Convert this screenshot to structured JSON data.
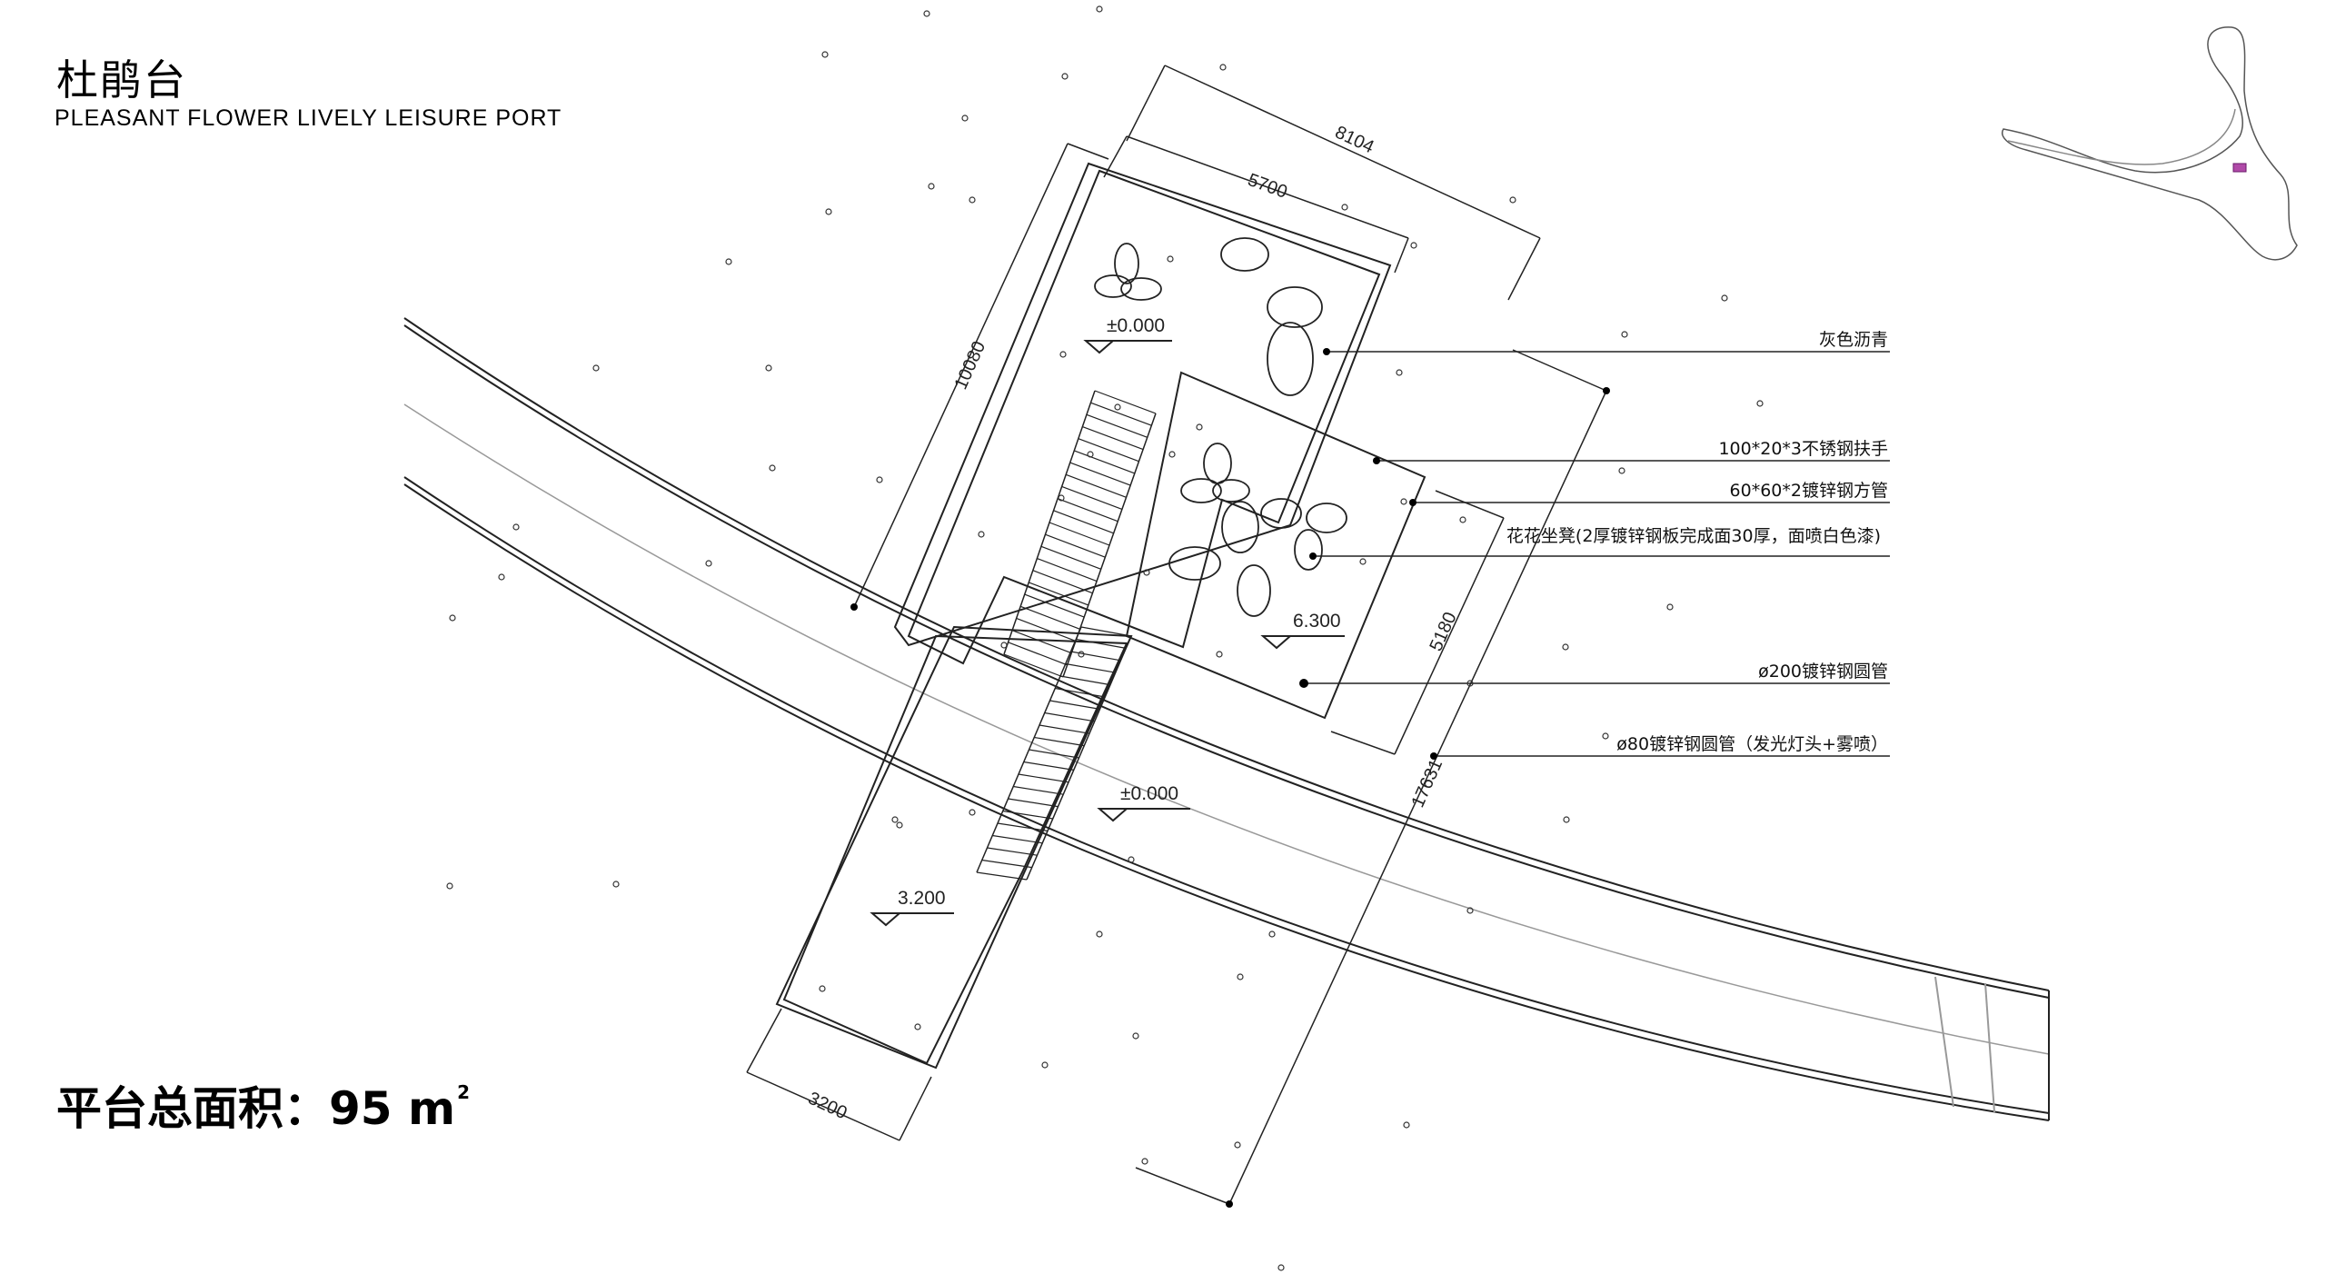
{
  "header": {
    "title_cn": "杜鹃台",
    "title_en": "PLEASANT FLOWER LIVELY LEISURE PORT"
  },
  "area": {
    "label": "平台总面积：95 m",
    "superscript": "2"
  },
  "dimensions": {
    "overall_width": "8104",
    "upper_platform_width": "5700",
    "upper_length": "10080",
    "lower_platform_length": "5180",
    "total_length": "17631",
    "stair_platform_width": "3200"
  },
  "levels": {
    "top_deck": "±0.000",
    "bridge_deck": "±0.000",
    "raised_platform": "6.300",
    "lower_landing": "3.200"
  },
  "annotations": {
    "asphalt": "灰色沥青",
    "handrail": "100*20*3不锈钢扶手",
    "square_tube": "60*60*2镀锌钢方管",
    "flower_seat": "花花坐凳(2厚镀锌钢板完成面30厚，面喷白色漆)",
    "pipe_200": "ø200镀锌钢圆管",
    "pipe_80": "ø80镀锌钢圆管（发光灯头+雾喷）"
  },
  "colors": {
    "line": "#222222",
    "light_line": "#888888",
    "map_marker": "#b04aa8"
  }
}
